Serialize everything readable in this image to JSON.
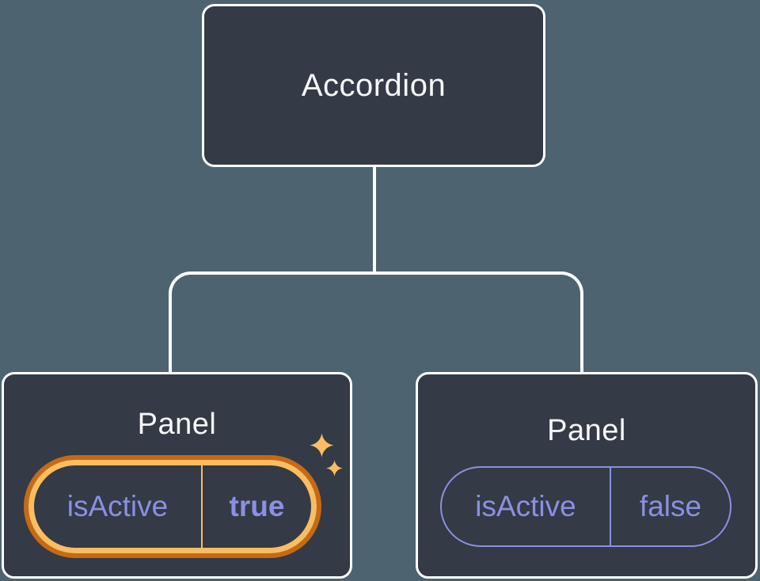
{
  "diagram": {
    "description": "Component tree: Accordion parent passing isActive state to two Panel children",
    "root": {
      "label": "Accordion"
    },
    "children": [
      {
        "label": "Panel",
        "prop_name": "isActive",
        "prop_value": "true",
        "highlighted": true,
        "sparkles": true
      },
      {
        "label": "Panel",
        "prop_name": "isActive",
        "prop_value": "false",
        "highlighted": false,
        "sparkles": false
      }
    ]
  },
  "icons": {
    "sparkle": "four-pointed-star"
  },
  "colors": {
    "background": "#4D6470",
    "card": "#343A46",
    "card-border": "#FFFFFF",
    "connector": "#FFFFFF",
    "text-light": "#F6F7F9",
    "purple": "#8A90E2",
    "orange-dark": "#C76A15",
    "orange-light": "#FABD62"
  }
}
